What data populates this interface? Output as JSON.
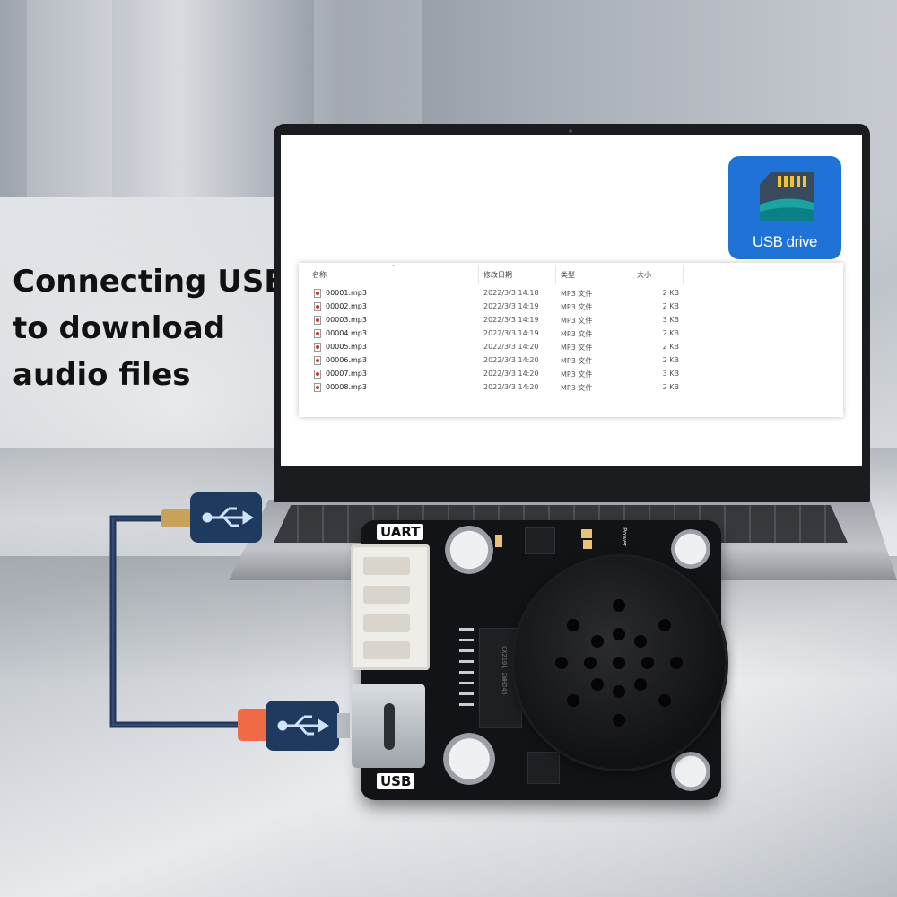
{
  "headline": {
    "lines": [
      "Connecting USB",
      "to download",
      "audio files"
    ]
  },
  "explorer": {
    "columns": {
      "name": "名称",
      "date": "修改日期",
      "type": "类型",
      "size": "大小"
    },
    "files": [
      {
        "name": "00001.mp3",
        "date": "2022/3/3 14:18",
        "type": "MP3 文件",
        "size": "2 KB"
      },
      {
        "name": "00002.mp3",
        "date": "2022/3/3 14:19",
        "type": "MP3 文件",
        "size": "2 KB"
      },
      {
        "name": "00003.mp3",
        "date": "2022/3/3 14:19",
        "type": "MP3 文件",
        "size": "3 KB"
      },
      {
        "name": "00004.mp3",
        "date": "2022/3/3 14:19",
        "type": "MP3 文件",
        "size": "2 KB"
      },
      {
        "name": "00005.mp3",
        "date": "2022/3/3 14:20",
        "type": "MP3 文件",
        "size": "2 KB"
      },
      {
        "name": "00006.mp3",
        "date": "2022/3/3 14:20",
        "type": "MP3 文件",
        "size": "2 KB"
      },
      {
        "name": "00007.mp3",
        "date": "2022/3/3 14:20",
        "type": "MP3 文件",
        "size": "3 KB"
      },
      {
        "name": "00008.mp3",
        "date": "2022/3/3 14:20",
        "type": "MP3 文件",
        "size": "2 KB"
      }
    ]
  },
  "usb_tile": {
    "label": "USB drive",
    "icon": "sd-card-icon",
    "color": "#1f72d6"
  },
  "board": {
    "uart_label": "UART",
    "usb_label": "USB",
    "power_label": "Power",
    "chip_text": "CX2101 2WHJ45"
  },
  "cable": {
    "icon": "usb-symbol-icon",
    "color": "#233a5c",
    "plug_color_top": "#1f3a5f",
    "plug_color_bottom": "#ef6a45"
  }
}
